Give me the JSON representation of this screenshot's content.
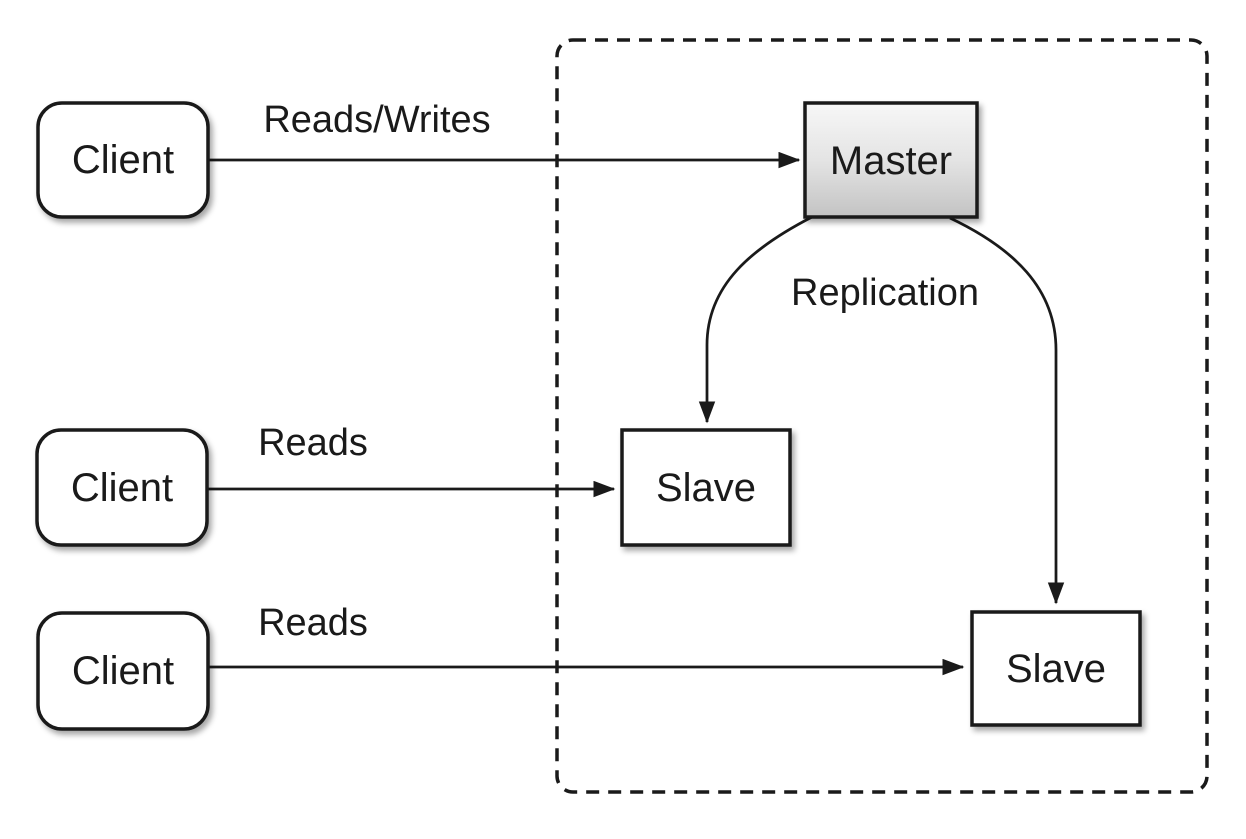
{
  "nodes": {
    "client1": {
      "label": "Client"
    },
    "client2": {
      "label": "Client"
    },
    "client3": {
      "label": "Client"
    },
    "master": {
      "label": "Master"
    },
    "slave1": {
      "label": "Slave"
    },
    "slave2": {
      "label": "Slave"
    }
  },
  "edges": {
    "reads_writes": {
      "label": "Reads/Writes"
    },
    "reads_middle": {
      "label": "Reads"
    },
    "reads_bottom": {
      "label": "Reads"
    },
    "replication": {
      "label": "Replication"
    }
  },
  "colors": {
    "background": "#ffffff",
    "stroke": "#1a1a1a",
    "text": "#1a1a1a",
    "node_fill": "#ffffff",
    "master_gradient_top": "#f7f7f7",
    "master_gradient_mid": "#e4e4e4",
    "master_gradient_bottom": "#c3c3c3"
  }
}
